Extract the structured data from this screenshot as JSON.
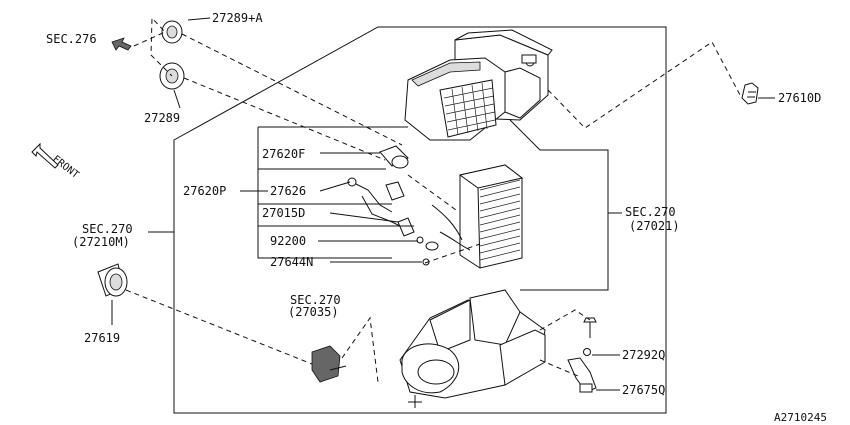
{
  "labels": {
    "sec276": "SEC.276",
    "p27289a": "27289+A",
    "p27289": "27289",
    "front": "FRONT",
    "p27610d": "27610D",
    "p27620f": "27620F",
    "p27620p": "27620P",
    "p27626": "27626",
    "p27015d": "27015D",
    "p92200": "92200",
    "p27644n": "27644N",
    "sec270_left": "SEC.270",
    "sec270_left_sub": "(27210M)",
    "sec270_right": "SEC.270",
    "sec270_right_sub": "(27021)",
    "sec270_mid": "SEC.270",
    "sec270_mid_sub": "(27035)",
    "p27619": "27619",
    "p27292q": "27292Q",
    "p27675q": "27675Q",
    "drawing_no": "A2710245"
  }
}
